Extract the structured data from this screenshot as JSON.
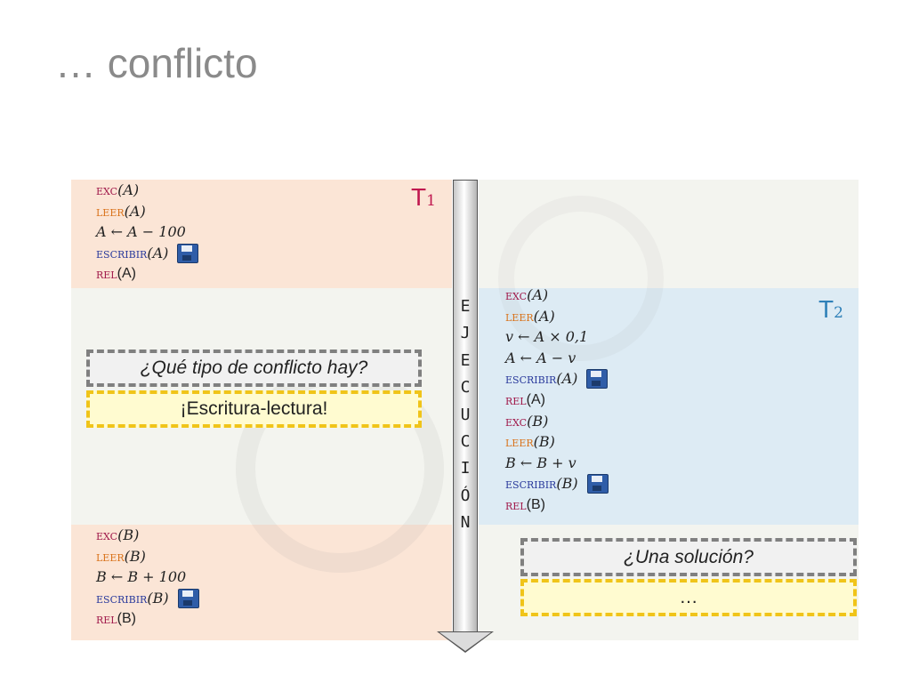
{
  "title": "… conflicto",
  "t1": {
    "label": "T",
    "sub": "1",
    "color": "#c0174f"
  },
  "t2": {
    "label": "T",
    "sub": "2",
    "color": "#2e80b8"
  },
  "kw": {
    "exc": "exc",
    "leer": "leer",
    "escribir": "escribir",
    "rel": "rel"
  },
  "t1_top": {
    "l1_arg": "(A)",
    "l2_arg": "(A)",
    "l3": "A ← A − 100",
    "l4_arg": "(A)",
    "l5_arg": "(A)"
  },
  "t1_bottom": {
    "l1_arg": "(B)",
    "l2_arg": "(B)",
    "l3": "B ← B + 100",
    "l4_arg": "(B)",
    "l5_arg": "(B)"
  },
  "t2_code": {
    "l1_arg": "(A)",
    "l2_arg": "(A)",
    "l3": "v ← A × 0,1",
    "l4": "A ← A − v",
    "l5_arg": "(A)",
    "l6_arg": "(A)",
    "l7_arg": "(B)",
    "l8_arg": "(B)",
    "l9": "B ← B + v",
    "l10_arg": "(B)",
    "l11_arg": "(B)"
  },
  "execution_label": [
    "E",
    "J",
    "E",
    "C",
    "U",
    "C",
    "I",
    "Ó",
    "N"
  ],
  "questions": {
    "q1": "¿Qué tipo de conflicto hay?",
    "a1": "¡Escritura-lectura!",
    "q2": "¿Una solución?",
    "a2": "…"
  },
  "colors": {
    "exc": "#a0194a",
    "leer": "#d9731b",
    "escribir": "#2a3a9c",
    "rel": "#a0194a",
    "t1_bg": "#fbe5d6",
    "t2_bg": "#ddebf4",
    "neutral_bg": "#f3f4ef",
    "question_bg": "#f1f1f1",
    "answer_bg": "#fffbd0",
    "answer_border": "#f0c419",
    "question_border": "#808080"
  },
  "icons": [
    "save-icon"
  ]
}
